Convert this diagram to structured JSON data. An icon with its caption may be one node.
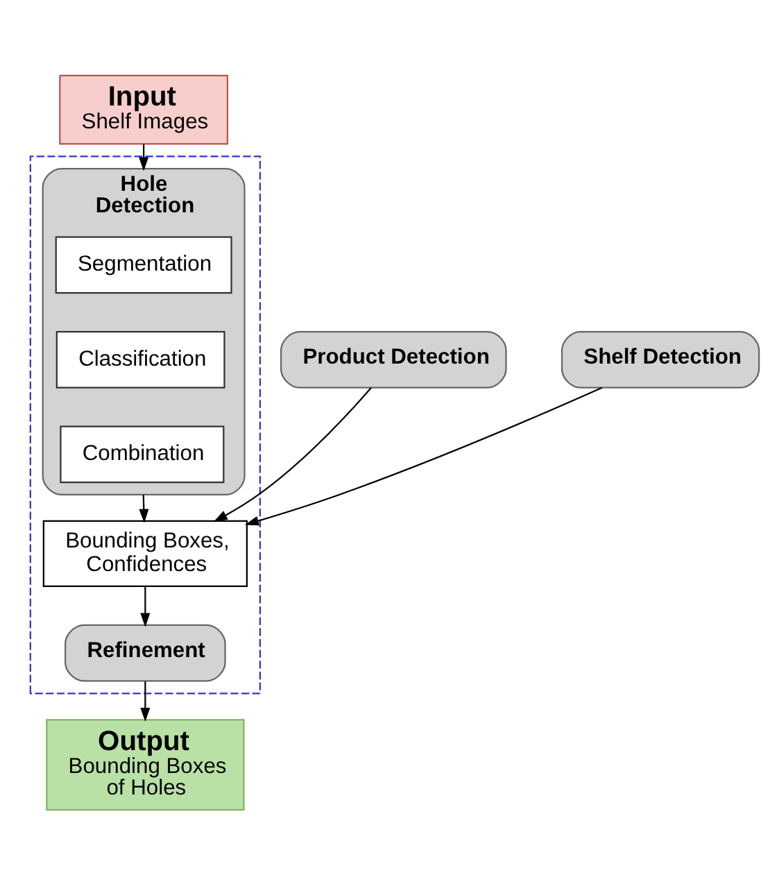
{
  "diagram": {
    "nodes": [
      {
        "text": [
          "Input",
          "Shelf Images"
        ]
      },
      {
        "text": [],
        "shape": "box"
      },
      {
        "text": [
          "Hole Detection"
        ],
        "in": 1
      },
      {
        "text": [
          "Segmentation"
        ],
        "in": 2
      },
      {
        "text": [
          "Classification"
        ],
        "in": 2
      },
      {
        "text": [
          "Combination"
        ],
        "in": 2
      },
      {
        "text": [
          "Product Detection"
        ]
      },
      {
        "text": [
          "Shelf Detection"
        ]
      },
      {
        "text": [
          "Bounding Boxes, Confidences"
        ],
        "in": 1
      },
      {
        "text": [
          "Refinement"
        ],
        "in": 1
      },
      {
        "text": [
          "Output",
          "Bounding Boxes of Holes"
        ]
      }
    ],
    "edges": [
      {
        "from": 0,
        "to": 2,
        "arrow": "to"
      },
      {
        "from": 2,
        "to": 8,
        "arrow": "to"
      },
      {
        "from": 6,
        "to": 8,
        "arrow": "to"
      },
      {
        "from": 7,
        "to": 8,
        "arrow": "to"
      },
      {
        "from": 8,
        "to": 9,
        "arrow": "to"
      },
      {
        "from": 9,
        "to": 10,
        "arrow": "to"
      }
    ]
  }
}
